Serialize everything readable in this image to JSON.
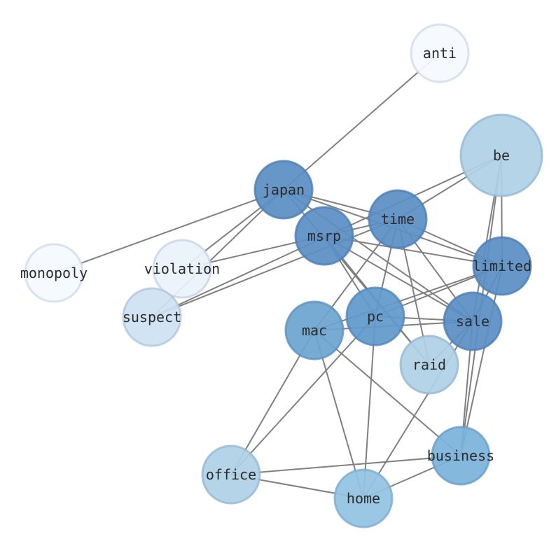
{
  "nodes": [
    {
      "id": "anti",
      "label": "anti",
      "color": "#f5f9fe"
    },
    {
      "id": "be",
      "label": "be",
      "color": "#afd1e6"
    },
    {
      "id": "japan",
      "label": "japan",
      "color": "#5a8fc4"
    },
    {
      "id": "time",
      "label": "time",
      "color": "#5a8fc4"
    },
    {
      "id": "msrp",
      "label": "msrp",
      "color": "#5a8fc4"
    },
    {
      "id": "limited",
      "label": "limited",
      "color": "#5a8fc4"
    },
    {
      "id": "monopoly",
      "label": "monopoly",
      "color": "#f5f9fe"
    },
    {
      "id": "violation",
      "label": "violation",
      "color": "#eaf2fb"
    },
    {
      "id": "suspect",
      "label": "suspect",
      "color": "#cfe1f2"
    },
    {
      "id": "mac",
      "label": "mac",
      "color": "#6da5d0"
    },
    {
      "id": "pc",
      "label": "pc",
      "color": "#6199cb"
    },
    {
      "id": "sale",
      "label": "sale",
      "color": "#5a8fc4"
    },
    {
      "id": "raid",
      "label": "raid",
      "color": "#afd1e6"
    },
    {
      "id": "business",
      "label": "business",
      "color": "#7bb3d9"
    },
    {
      "id": "office",
      "label": "office",
      "color": "#afd1e6"
    },
    {
      "id": "home",
      "label": "home",
      "color": "#92c3e1"
    }
  ],
  "edges": [
    [
      "anti",
      "japan"
    ],
    [
      "japan",
      "monopoly"
    ],
    [
      "japan",
      "violation"
    ],
    [
      "japan",
      "suspect"
    ],
    [
      "japan",
      "time"
    ],
    [
      "japan",
      "limited"
    ],
    [
      "japan",
      "sale"
    ],
    [
      "japan",
      "raid"
    ],
    [
      "violation",
      "msrp"
    ],
    [
      "suspect",
      "time"
    ],
    [
      "suspect",
      "be"
    ],
    [
      "msrp",
      "time"
    ],
    [
      "msrp",
      "limited"
    ],
    [
      "msrp",
      "sale"
    ],
    [
      "msrp",
      "pc"
    ],
    [
      "msrp",
      "raid"
    ],
    [
      "time",
      "limited"
    ],
    [
      "time",
      "sale"
    ],
    [
      "time",
      "raid"
    ],
    [
      "time",
      "pc"
    ],
    [
      "time",
      "mac"
    ],
    [
      "time",
      "be"
    ],
    [
      "be",
      "limited"
    ],
    [
      "be",
      "sale"
    ],
    [
      "be",
      "business"
    ],
    [
      "limited",
      "mac"
    ],
    [
      "limited",
      "pc"
    ],
    [
      "limited",
      "sale"
    ],
    [
      "limited",
      "business"
    ],
    [
      "pc",
      "sale"
    ],
    [
      "mac",
      "sale"
    ],
    [
      "pc",
      "home"
    ],
    [
      "pc",
      "office"
    ],
    [
      "mac",
      "office"
    ],
    [
      "mac",
      "home"
    ],
    [
      "mac",
      "business"
    ],
    [
      "sale",
      "home"
    ],
    [
      "sale",
      "business"
    ],
    [
      "sale",
      "raid"
    ],
    [
      "office",
      "business"
    ],
    [
      "office",
      "home"
    ],
    [
      "home",
      "business"
    ]
  ],
  "edge_color": "#808080"
}
